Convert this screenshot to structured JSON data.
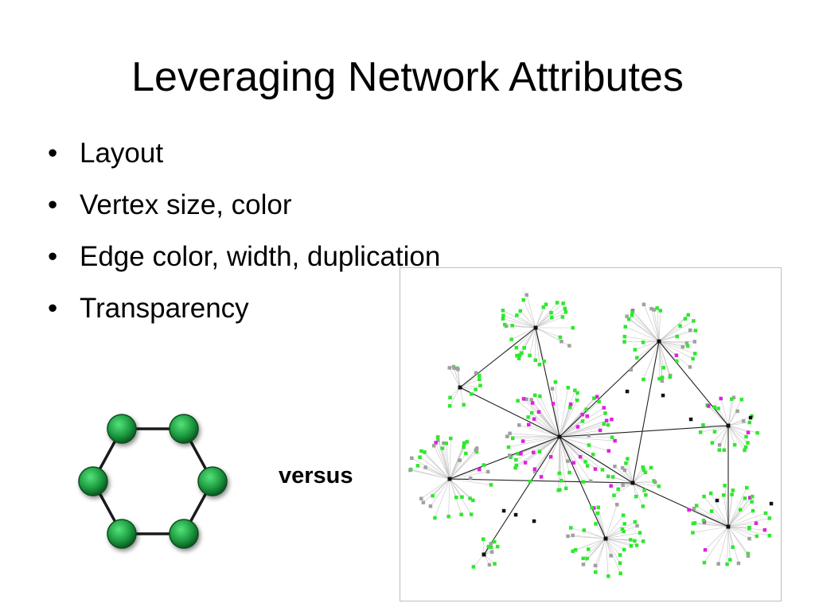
{
  "slide": {
    "title": "Leveraging Network Attributes",
    "bullets": [
      {
        "label": "Layout"
      },
      {
        "label": "Vertex size, color"
      },
      {
        "label": "Edge color, width, duplication"
      },
      {
        "label": "Transparency"
      }
    ],
    "comparison_label": "versus"
  },
  "colors": {
    "node_green": "#1f9e43",
    "node_green_dark": "#0a5a22",
    "vertex_green": "#2ee82e",
    "vertex_magenta": "#e020e0",
    "vertex_gray": "#a0a0a0",
    "hub_black": "#111111",
    "edge_dark": "#222222"
  },
  "icons": {
    "simple_network": "hexagon-network-icon",
    "complex_network": "network-graph-icon"
  }
}
